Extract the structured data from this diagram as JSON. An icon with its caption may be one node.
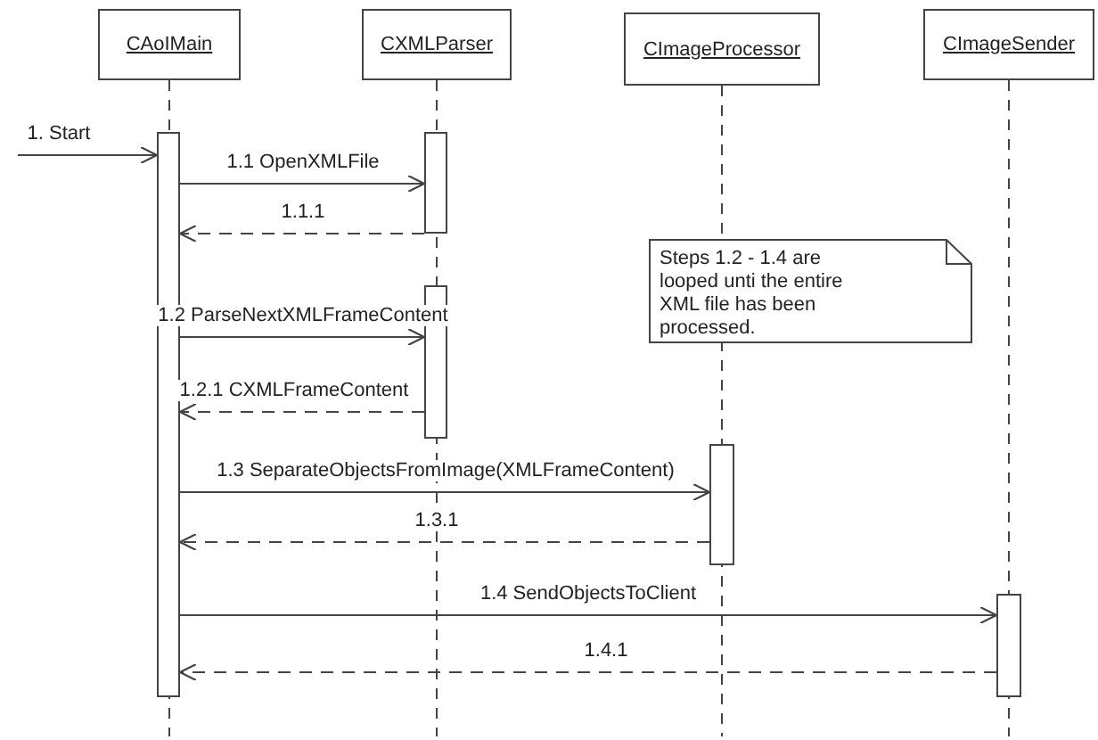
{
  "diagram": {
    "nodes": [
      {
        "text": [
          "CAoIMain"
        ]
      },
      {
        "text": [
          "CXMLParser"
        ]
      },
      {
        "text": [
          "CImageProcessor"
        ]
      },
      {
        "text": [
          "CImageSender"
        ]
      },
      {
        "text": [],
        "shape": "bar"
      },
      {
        "text": [],
        "shape": "bar"
      },
      {
        "text": [],
        "shape": "bar"
      },
      {
        "text": [],
        "shape": "bar"
      },
      {
        "text": [],
        "shape": "bar"
      },
      {
        "text": [
          "Steps 1.2 - 1.4 are looped unti the entire XML file has been processed."
        ]
      }
    ],
    "edges": [
      {
        "from": null,
        "to": 4,
        "arrow": "to",
        "label": "1. Start"
      },
      {
        "from": 4,
        "to": 5,
        "arrow": "to",
        "label": "1.1 OpenXMLFile"
      },
      {
        "from": 5,
        "to": 4,
        "arrow": "to",
        "label": "1.1.1",
        "style": "dashed"
      },
      {
        "from": 4,
        "to": 6,
        "arrow": "to",
        "label": "1.2 ParseNextXMLFrameContent"
      },
      {
        "from": 6,
        "to": 4,
        "arrow": "to",
        "label": "1.2.1 CXMLFrameContent",
        "style": "dashed"
      },
      {
        "from": 4,
        "to": 7,
        "arrow": "to",
        "label": "1.3 SeparateObjectsFromImage(XMLFrameContent)"
      },
      {
        "from": 7,
        "to": 4,
        "arrow": "to",
        "label": "1.3.1",
        "style": "dashed"
      },
      {
        "from": 4,
        "to": 8,
        "arrow": "to",
        "label": "1.4 SendObjectsToClient"
      },
      {
        "from": 8,
        "to": 4,
        "arrow": "to",
        "label": "1.4.1",
        "style": "dashed"
      }
    ]
  }
}
